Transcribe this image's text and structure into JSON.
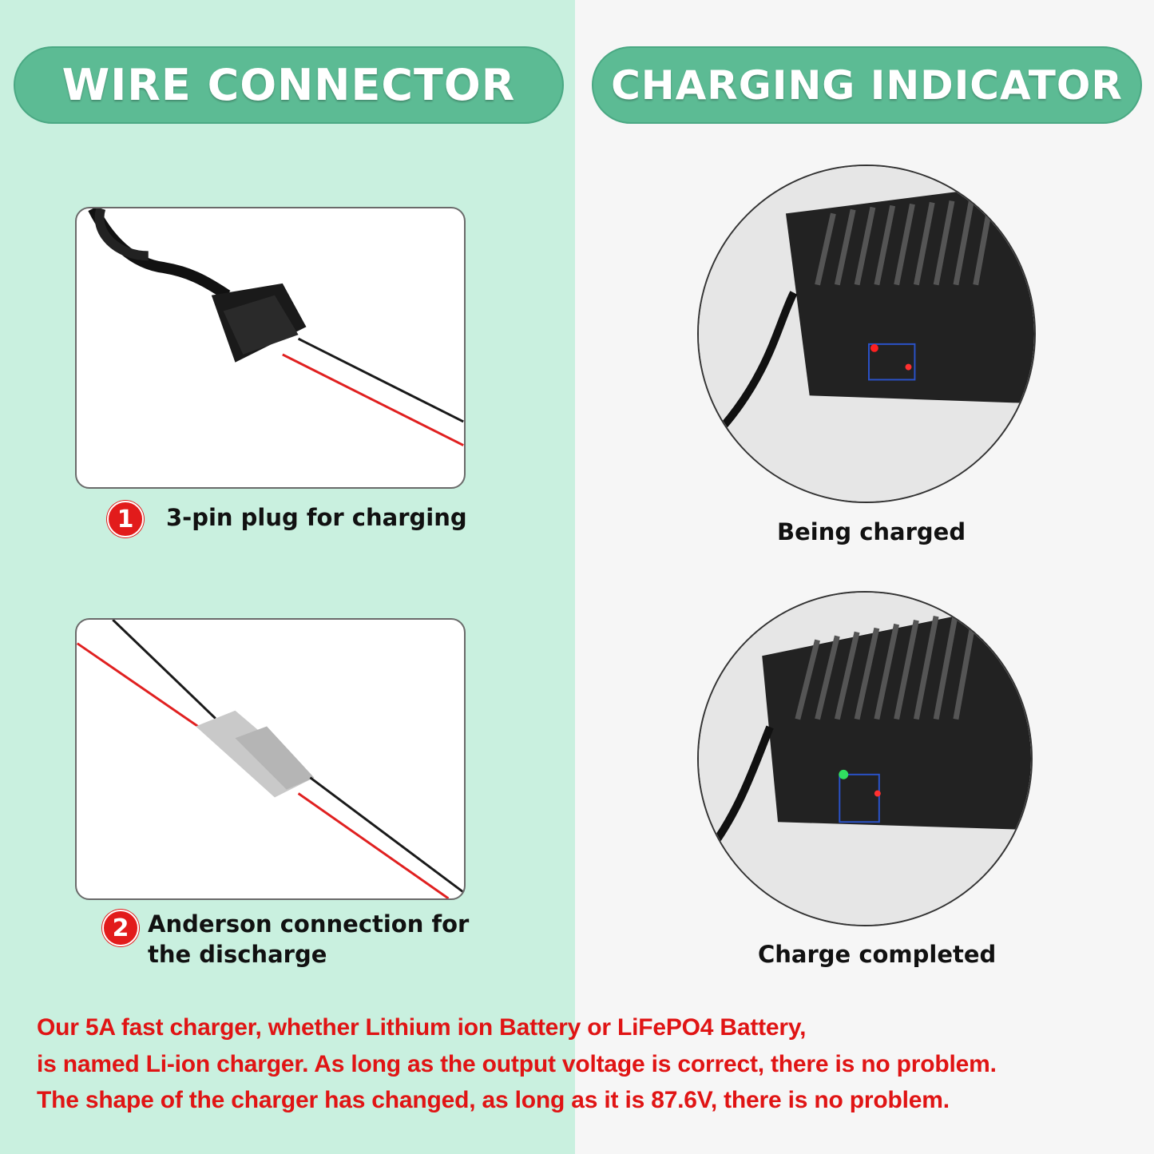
{
  "left_section": {
    "title": "WIRE CONNECTOR",
    "items": [
      {
        "number": "1",
        "caption": "3-pin plug for charging"
      },
      {
        "number": "2",
        "caption_line1": "Anderson connection for",
        "caption_line2": "the discharge"
      }
    ]
  },
  "right_section": {
    "title": "CHARGING INDICATOR",
    "items": [
      {
        "caption": "Being charged",
        "led_color": "#ff2020"
      },
      {
        "caption": "Charge completed",
        "led_color": "#30e060"
      }
    ]
  },
  "notes": [
    "Our 5A fast charger, whether Lithium ion Battery or LiFePO4 Battery,",
    "is named Li-ion charger. As long as the output voltage is correct, there is no problem.",
    "The shape of the charger has changed, as long as it is 87.6V, there is no problem."
  ],
  "colors": {
    "accent": "#5cbb94",
    "left_bg": "#c9f0df",
    "note_red": "#e01414",
    "badge_red": "#e21b1b"
  }
}
